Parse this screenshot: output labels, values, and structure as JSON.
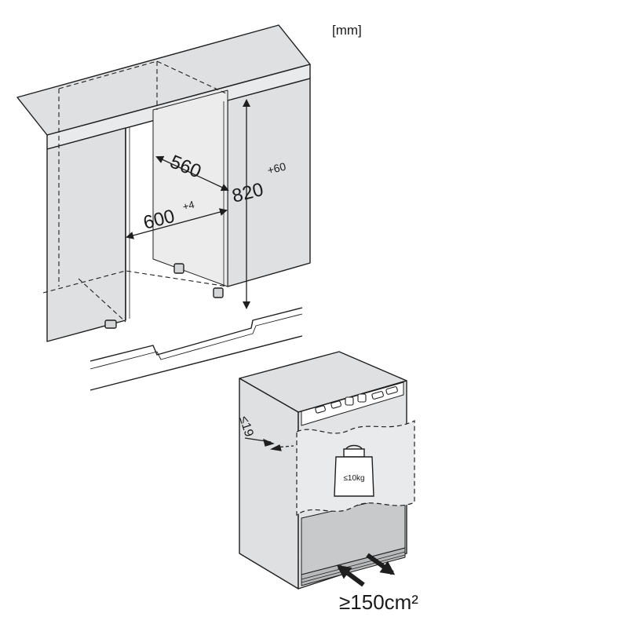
{
  "unit_label": "[mm]",
  "dimensions": {
    "depth": "560",
    "width": "600",
    "width_tolerance": "+4",
    "height": "820",
    "height_tolerance": "+60",
    "panel_gap": "≤19",
    "door_weight": "≤10kg",
    "ventilation": "≥150cm²"
  },
  "colors": {
    "wall_fill": "#dfe0e1",
    "line": "#1f1f1f",
    "dark_panel": "#c8c9ca"
  }
}
